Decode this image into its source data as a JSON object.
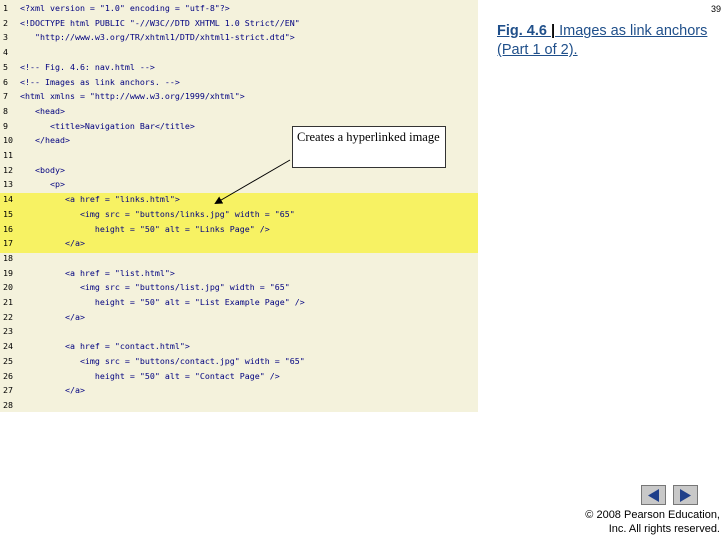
{
  "slide": {
    "page_number": "39",
    "title_fig": "Fig. 4.6 ",
    "title_sep": "|",
    "title_rest": " Images as link anchors (Part 1 of 2).",
    "callout": "Creates a hyperlinked image",
    "copyright_line1": "© 2008 Pearson Education,",
    "copyright_line2": "Inc.  All rights reserved."
  },
  "code_lines": [
    {
      "n": "1",
      "text": "<?xml version = \"1.0\" encoding = \"utf-8\"?>",
      "hl": false
    },
    {
      "n": "2",
      "text": "<!DOCTYPE html PUBLIC \"-//W3C//DTD XHTML 1.0 Strict//EN\"",
      "hl": false
    },
    {
      "n": "3",
      "text": "   \"http://www.w3.org/TR/xhtml1/DTD/xhtml1-strict.dtd\">",
      "hl": false
    },
    {
      "n": "4",
      "text": "",
      "hl": false
    },
    {
      "n": "5",
      "text": "<!-- Fig. 4.6: nav.html -->",
      "hl": false
    },
    {
      "n": "6",
      "text": "<!-- Images as link anchors. -->",
      "hl": false
    },
    {
      "n": "7",
      "text": "<html xmlns = \"http://www.w3.org/1999/xhtml\">",
      "hl": false
    },
    {
      "n": "8",
      "text": "   <head>",
      "hl": false
    },
    {
      "n": "9",
      "text": "      <title>Navigation Bar</title>",
      "hl": false
    },
    {
      "n": "10",
      "text": "   </head>",
      "hl": false
    },
    {
      "n": "11",
      "text": "",
      "hl": false
    },
    {
      "n": "12",
      "text": "   <body>",
      "hl": false
    },
    {
      "n": "13",
      "text": "      <p>",
      "hl": false
    },
    {
      "n": "14",
      "text": "         <a href = \"links.html\">",
      "hl": true
    },
    {
      "n": "15",
      "text": "            <img src = \"buttons/links.jpg\" width = \"65\"",
      "hl": true
    },
    {
      "n": "16",
      "text": "               height = \"50\" alt = \"Links Page\" />",
      "hl": true
    },
    {
      "n": "17",
      "text": "         </a>",
      "hl": true
    },
    {
      "n": "18",
      "text": "",
      "hl": false
    },
    {
      "n": "19",
      "text": "         <a href = \"list.html\">",
      "hl": false
    },
    {
      "n": "20",
      "text": "            <img src = \"buttons/list.jpg\" width = \"65\"",
      "hl": false
    },
    {
      "n": "21",
      "text": "               height = \"50\" alt = \"List Example Page\" />",
      "hl": false
    },
    {
      "n": "22",
      "text": "         </a>",
      "hl": false
    },
    {
      "n": "23",
      "text": "",
      "hl": false
    },
    {
      "n": "24",
      "text": "         <a href = \"contact.html\">",
      "hl": false
    },
    {
      "n": "25",
      "text": "            <img src = \"buttons/contact.jpg\" width = \"65\"",
      "hl": false
    },
    {
      "n": "26",
      "text": "               height = \"50\" alt = \"Contact Page\" />",
      "hl": false
    },
    {
      "n": "27",
      "text": "         </a>",
      "hl": false
    },
    {
      "n": "28",
      "text": "",
      "hl": false
    }
  ],
  "nav": {
    "prev_icon": "triangle-left-icon",
    "next_icon": "triangle-right-icon",
    "button_color": "#1f3f8a"
  },
  "colors": {
    "code_bg": "#f4f2dc",
    "highlight": "#f7f263",
    "title": "#1f4f8a"
  }
}
